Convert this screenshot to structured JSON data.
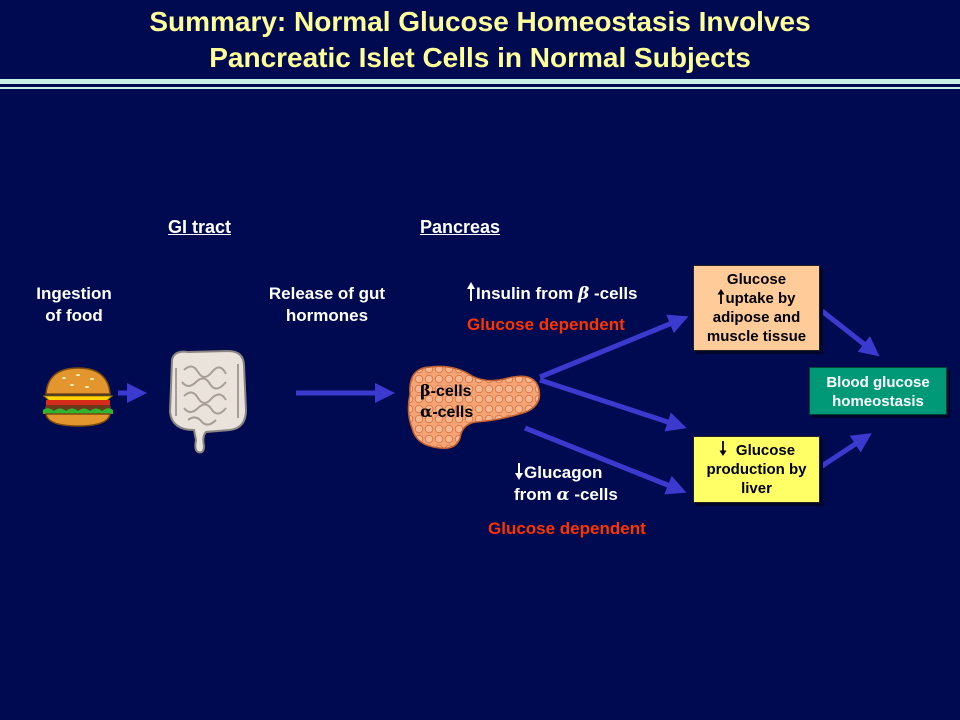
{
  "title": {
    "line1": "Summary: Normal Glucose Homeostasis Involves",
    "line2": "Pancreatic Islet Cells in Normal Subjects"
  },
  "headers": {
    "gi_tract": "GI tract",
    "pancreas": "Pancreas"
  },
  "labels": {
    "ingestion_l1": "Ingestion",
    "ingestion_l2": "of food",
    "release_l1": "Release of gut",
    "release_l2": "hormones",
    "insulin_prefix": "Insulin from ",
    "insulin_greek": "β",
    "insulin_suffix": " -cells",
    "insulin_dependency": "Glucose dependent",
    "glucagon_l1": "Glucagon",
    "glucagon_prefix": "from ",
    "glucagon_greek": "α",
    "glucagon_suffix": " -cells",
    "glucagon_dependency": "Glucose dependent",
    "beta_greek": "β",
    "beta_suffix": "-cells",
    "alpha_greek": "α",
    "alpha_suffix": "-cells"
  },
  "boxes": {
    "uptake_l1": "Glucose",
    "uptake_l2": "uptake by",
    "uptake_l3": "adipose and",
    "uptake_l4": "muscle tissue",
    "liver_l1": "Glucose",
    "liver_l2": "production by",
    "liver_l3": "liver",
    "homeostasis_l1": "Blood glucose",
    "homeostasis_l2": "homeostasis"
  },
  "icons": {
    "burger": "burger-icon",
    "intestine": "intestine-icon",
    "pancreas": "pancreas-icon",
    "up": "up-arrow-icon",
    "down": "down-arrow-icon"
  },
  "colors": {
    "background": "#000a50",
    "title": "#ffff99",
    "arrow": "#3333cc",
    "dependent_text": "#ff3300",
    "uptake_box": "#ffcc99",
    "liver_box": "#ffff66",
    "homeostasis_box": "#009977"
  }
}
